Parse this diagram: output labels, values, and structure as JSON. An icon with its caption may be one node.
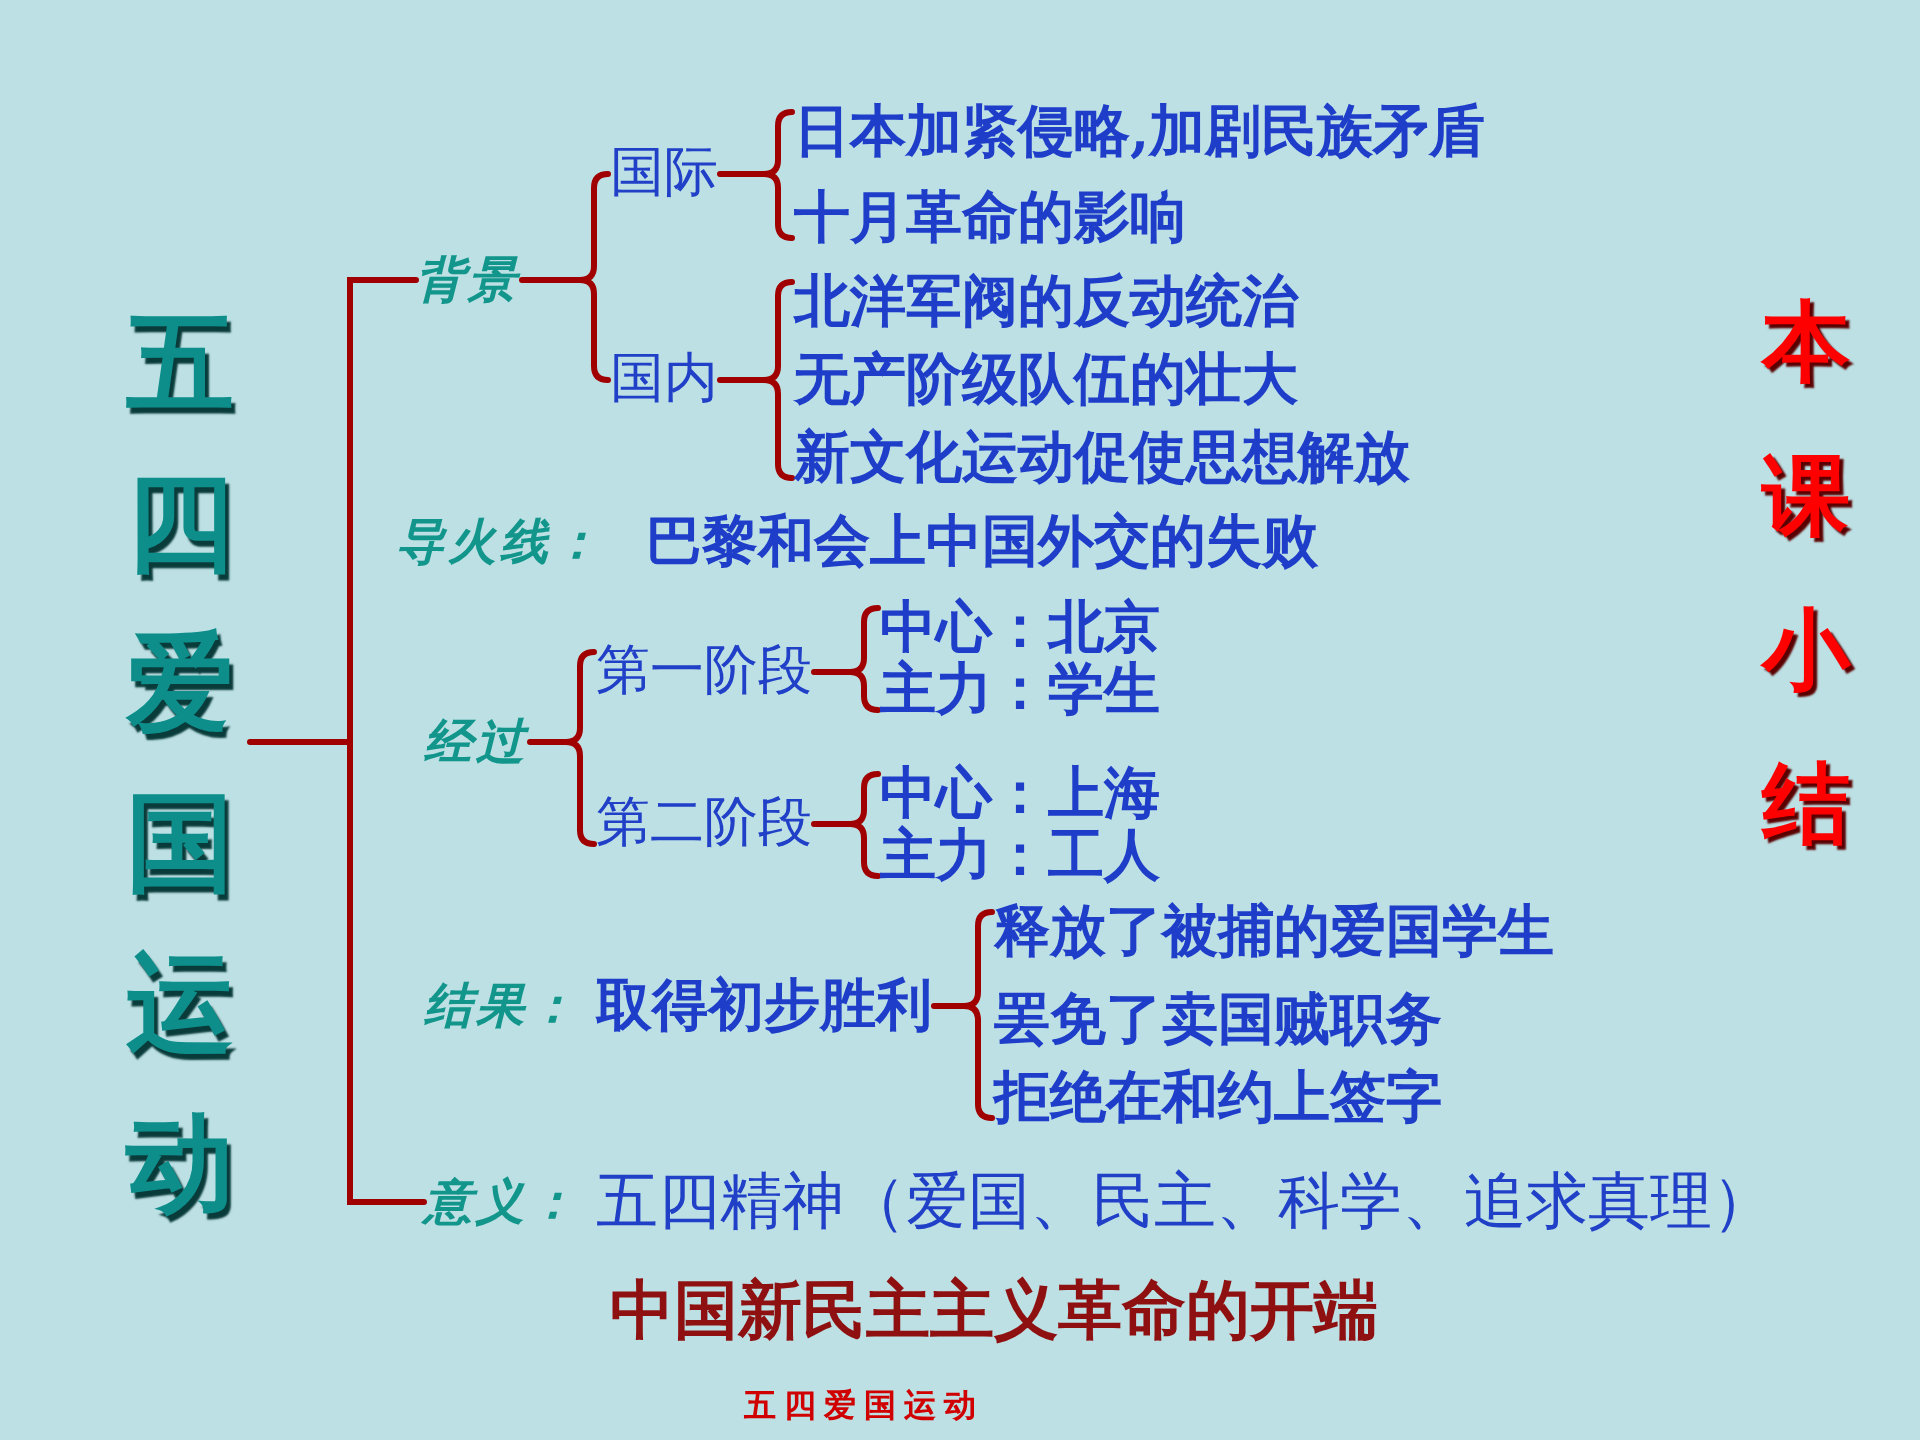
{
  "diagram": {
    "title": "本课小结",
    "nodes": [
      {
        "text": [
          "五四爱国运动"
        ]
      },
      {
        "text": [
          "背景"
        ]
      },
      {
        "text": [
          "国际"
        ]
      },
      {
        "text": [
          "日本加紧侵略,加剧民族矛盾"
        ]
      },
      {
        "text": [
          "十月革命的影响"
        ]
      },
      {
        "text": [
          "国内"
        ]
      },
      {
        "text": [
          "北洋军阀的反动统治"
        ]
      },
      {
        "text": [
          "无产阶级队伍的壮大"
        ]
      },
      {
        "text": [
          "新文化运动促使思想解放"
        ]
      },
      {
        "text": [
          "经过"
        ]
      },
      {
        "text": [
          "第一阶段"
        ]
      },
      {
        "text": [
          "中心：北京"
        ]
      },
      {
        "text": [
          "主力：学生"
        ]
      },
      {
        "text": [
          "第二阶段"
        ]
      },
      {
        "text": [
          "中心：上海"
        ]
      },
      {
        "text": [
          "主力：工人"
        ]
      },
      {
        "text": [
          "取得初步胜利"
        ]
      },
      {
        "text": [
          "释放了被捕的爱国学生"
        ]
      },
      {
        "text": [
          "罢免了卖国贼职务"
        ]
      },
      {
        "text": [
          "拒绝在和约上签字"
        ]
      },
      {
        "text": [
          "意义："
        ],
        "beside": [
          "五四精神（爱国、民主、科学、追求真理）",
          "中国新民主主义革命的开端"
        ]
      }
    ],
    "edges": [
      {
        "from": 0,
        "to": 1,
        "arrow": "none"
      },
      {
        "from": 0,
        "to": 20,
        "arrow": "none"
      },
      {
        "from": 1,
        "to": 2,
        "arrow": "none"
      },
      {
        "from": 1,
        "to": 5,
        "arrow": "none"
      },
      {
        "from": 2,
        "to": 3,
        "arrow": "none"
      },
      {
        "from": 2,
        "to": 4,
        "arrow": "none"
      },
      {
        "from": 5,
        "to": 6,
        "arrow": "none"
      },
      {
        "from": 5,
        "to": 7,
        "arrow": "none"
      },
      {
        "from": 5,
        "to": 8,
        "arrow": "none"
      },
      {
        "from": 9,
        "to": 10,
        "arrow": "none"
      },
      {
        "from": 9,
        "to": 13,
        "arrow": "none"
      },
      {
        "from": 10,
        "to": 11,
        "arrow": "none"
      },
      {
        "from": 10,
        "to": 12,
        "arrow": "none"
      },
      {
        "from": 13,
        "to": 14,
        "arrow": "none"
      },
      {
        "from": 13,
        "to": 15,
        "arrow": "none"
      },
      {
        "from": 16,
        "to": 17,
        "arrow": "none"
      },
      {
        "from": 16,
        "to": 18,
        "arrow": "none"
      },
      {
        "from": 16,
        "to": 19,
        "arrow": "none"
      }
    ],
    "labels": [
      "导火线：",
      "巴黎和会上中国外交的失败",
      "结果：",
      "五四爱国运动"
    ]
  }
}
